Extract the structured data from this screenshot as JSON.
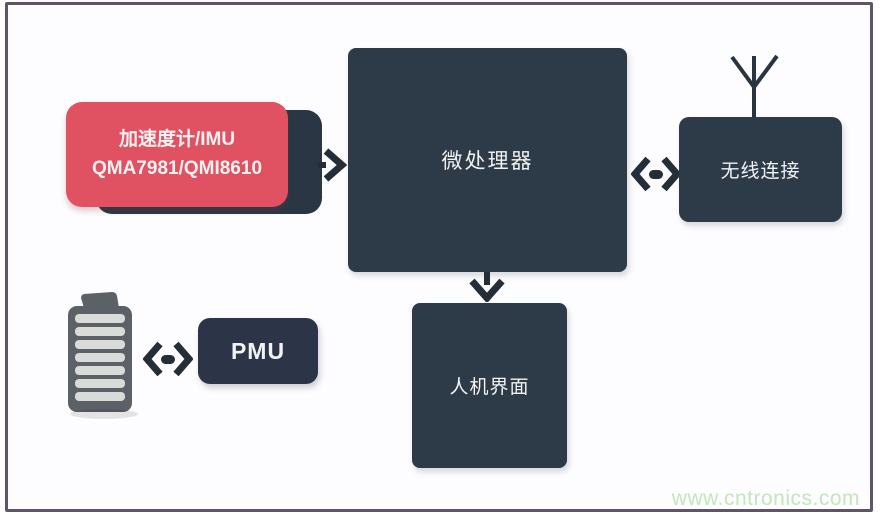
{
  "diagram": {
    "title_semantic": "wearable-device-block-diagram",
    "nodes": {
      "accelerometer": {
        "line1": "加速度计/IMU",
        "line2": "QMA7981/QMI8610",
        "color": "#e05261"
      },
      "mcu": {
        "label": "微处理器",
        "color": "#2d3a48"
      },
      "wireless": {
        "label": "无线连接",
        "color": "#2d3a48"
      },
      "pmu": {
        "label": "PMU",
        "color": "#2c3548"
      },
      "hmi": {
        "label": "人机界面",
        "color": "#2d3a48"
      }
    },
    "icons": {
      "battery": {
        "body_color": "#5b6167",
        "bar_color": "#d9dbd8",
        "bars": 7
      },
      "antenna": {
        "color": "#2a3440"
      },
      "arrows": {
        "color": "#242e38"
      }
    },
    "connections": [
      {
        "from": "accelerometer",
        "to": "mcu",
        "direction": "one-way"
      },
      {
        "from": "mcu",
        "to": "wireless",
        "direction": "two-way"
      },
      {
        "from": "mcu",
        "to": "hmi",
        "direction": "one-way"
      },
      {
        "from": "battery",
        "to": "pmu",
        "direction": "two-way"
      }
    ],
    "frame": {
      "border_color": "#5e5668",
      "background": "#fdfcfe"
    }
  },
  "watermark": {
    "text": "www.cntronics.com",
    "color": "#c5e5ba"
  }
}
